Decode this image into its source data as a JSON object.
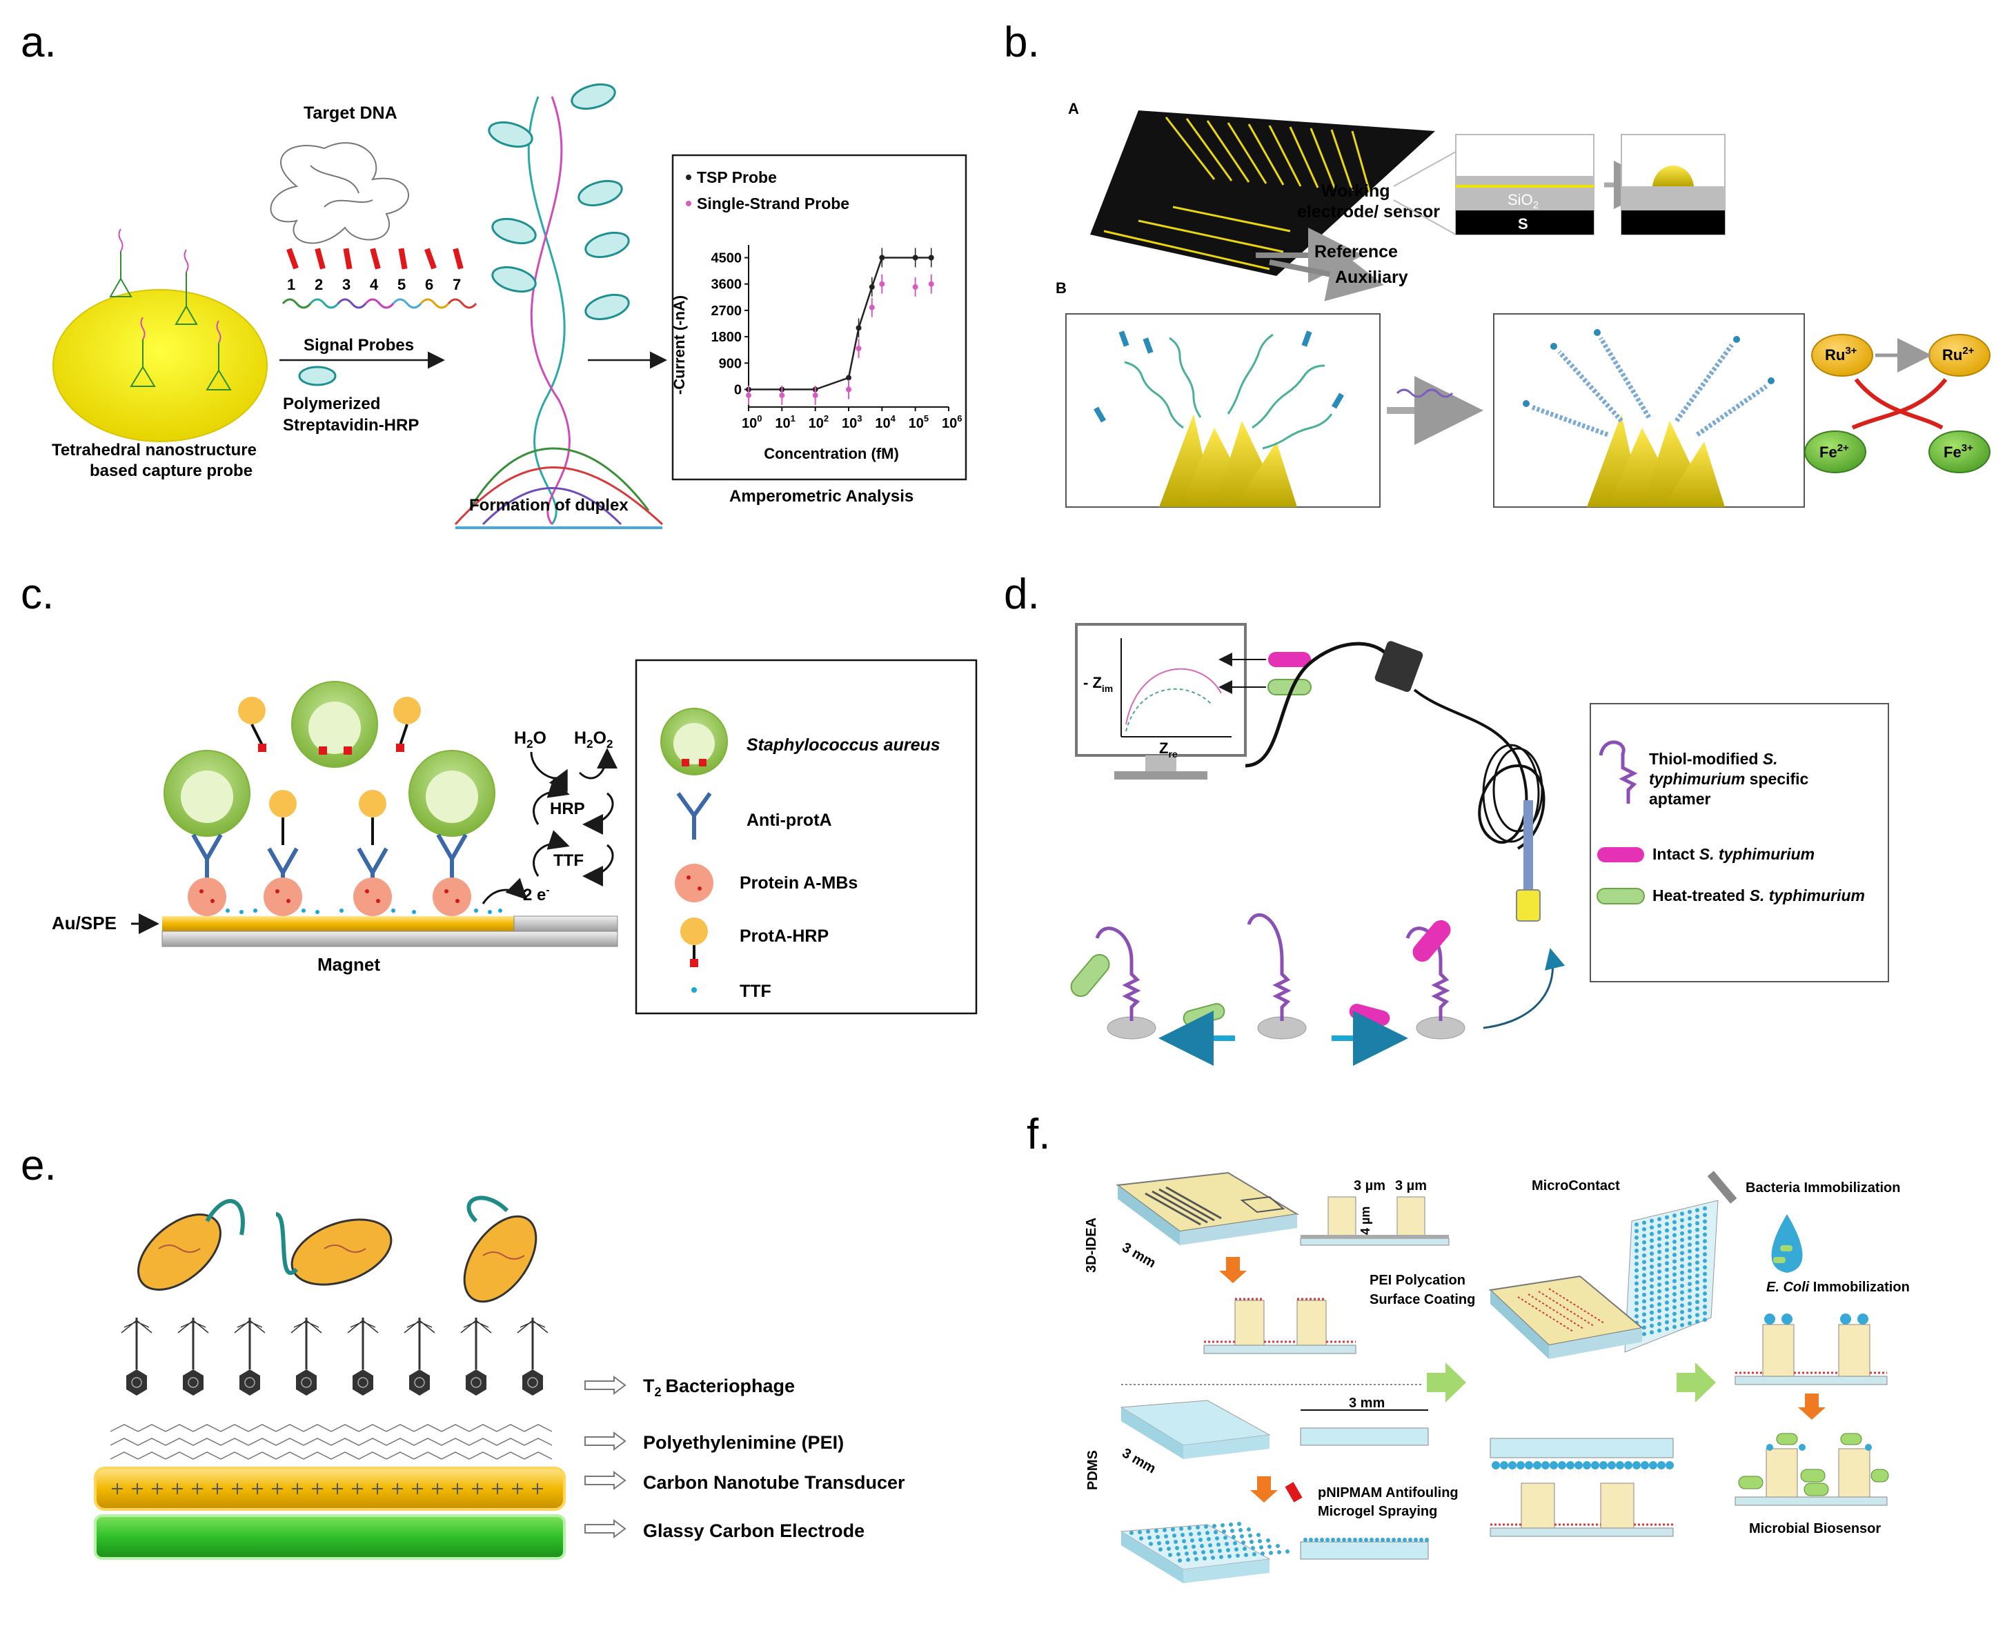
{
  "panels": {
    "a": {
      "letter": "a.",
      "target_dna": "Target DNA",
      "probe_numbers": [
        "1",
        "2",
        "3",
        "4",
        "5",
        "6",
        "7"
      ],
      "signal_probes": "Signal Probes",
      "polymerized": "Polymerized",
      "streptavidin": "Streptavidin-HRP",
      "capture_line1": "Tetrahedral nanostructure",
      "capture_line2": "based capture probe",
      "duplex": "Formation of duplex",
      "amperometric": "Amperometric Analysis"
    },
    "b": {
      "letter": "b.",
      "sub_a": "A",
      "sub_b": "B",
      "working1": "Working",
      "working2": "electrode/ sensor",
      "reference": "Reference",
      "auxiliary": "Auxiliary",
      "sio2": "SiO",
      "sio2_sub": "2",
      "si": "S",
      "ru3_base": "Ru",
      "ru3_sup": "3+",
      "ru2_base": "Ru",
      "ru2_sup": "2+",
      "fe2_base": "Fe",
      "fe2_sup": "2+",
      "fe3_base": "Fe",
      "fe3_sup": "3+"
    },
    "c": {
      "letter": "c.",
      "h2o": "H",
      "h2o_sub": "2",
      "h2o_end": "O",
      "h2o2": "H",
      "h2o2_sub": "2",
      "h2o2_mid": "O",
      "h2o2_sub2": "2",
      "hrp": "HRP",
      "ttf_cycle": "TTF",
      "electrons": "2 e",
      "electrons_sup": "-",
      "au_spe": "Au/SPE",
      "magnet": "Magnet",
      "legend": [
        "Staphylococcus aureus",
        "Anti-protA",
        "Protein A-MBs",
        "ProtA-HRP",
        "TTF"
      ]
    },
    "d": {
      "letter": "d.",
      "z_im": "- Z",
      "z_im_sub": "im",
      "z_re": "Z",
      "z_re_sub": "re",
      "legend_1a": "Thiol-modified ",
      "legend_1b": "S.",
      "legend_1c": "typhimurium",
      "legend_1d": " specific",
      "legend_1e": "aptamer",
      "legend_2a": "Intact ",
      "legend_2b": "S. typhimurium",
      "legend_3a": "Heat-treated ",
      "legend_3b": "S. typhimurium"
    },
    "e": {
      "letter": "e.",
      "layers": [
        "Bacteriophage",
        "Polyethylenimine (PEI)",
        "Carbon Nanotube Transducer",
        "Glassy Carbon Electrode"
      ],
      "t2": "T",
      "t2_sub": "2"
    },
    "f": {
      "letter": "f.",
      "idea": "3D-IDEA",
      "pdms": "PDMS",
      "mm1": "3 mm",
      "mm2": "3 mm",
      "mm3": "3 mm",
      "um1": "3 µm",
      "um2": "3 µm",
      "um3": "4 µm",
      "pei1": "PEI Polycation",
      "pei2": "Surface Coating",
      "pnip1": "pNIPMAM Antifouling",
      "pnip2": "Microgel Spraying",
      "microcontact": "MicroContact",
      "bacteria": "Bacteria Immobilization",
      "ecoli_a": "E. Coli",
      "ecoli_b": " Immobilization",
      "biosensor": "Microbial Biosensor"
    }
  },
  "chart_data": {
    "type": "line",
    "x": [
      1,
      10,
      100,
      1000,
      2000,
      5000,
      10000,
      100000,
      300000
    ],
    "series": [
      {
        "name": "TSP Probe",
        "values": [
          0,
          0,
          0,
          400,
          2100,
          3500,
          4500,
          4500,
          4500
        ]
      },
      {
        "name": "Single-Strand Probe",
        "values": [
          -200,
          -200,
          -200,
          0,
          1400,
          2800,
          3600,
          3500,
          3600
        ]
      }
    ],
    "xlabel": "Concentration (fM)",
    "ylabel": "-Current (-nA)",
    "x_scale": "log",
    "x_ticks": [
      "10",
      "10",
      "10",
      "10",
      "10",
      "10",
      "10"
    ],
    "x_tick_exps": [
      "0",
      "1",
      "2",
      "3",
      "4",
      "5",
      "6"
    ],
    "y_ticks": [
      "0",
      "900",
      "1800",
      "2700",
      "3600",
      "4500"
    ],
    "xlim": [
      1,
      1000000
    ],
    "ylim": [
      -600,
      4700
    ],
    "legend": "top-left",
    "colors": {
      "TSP Probe": "#222222",
      "Single-Strand Probe": "#d65cc0"
    }
  }
}
